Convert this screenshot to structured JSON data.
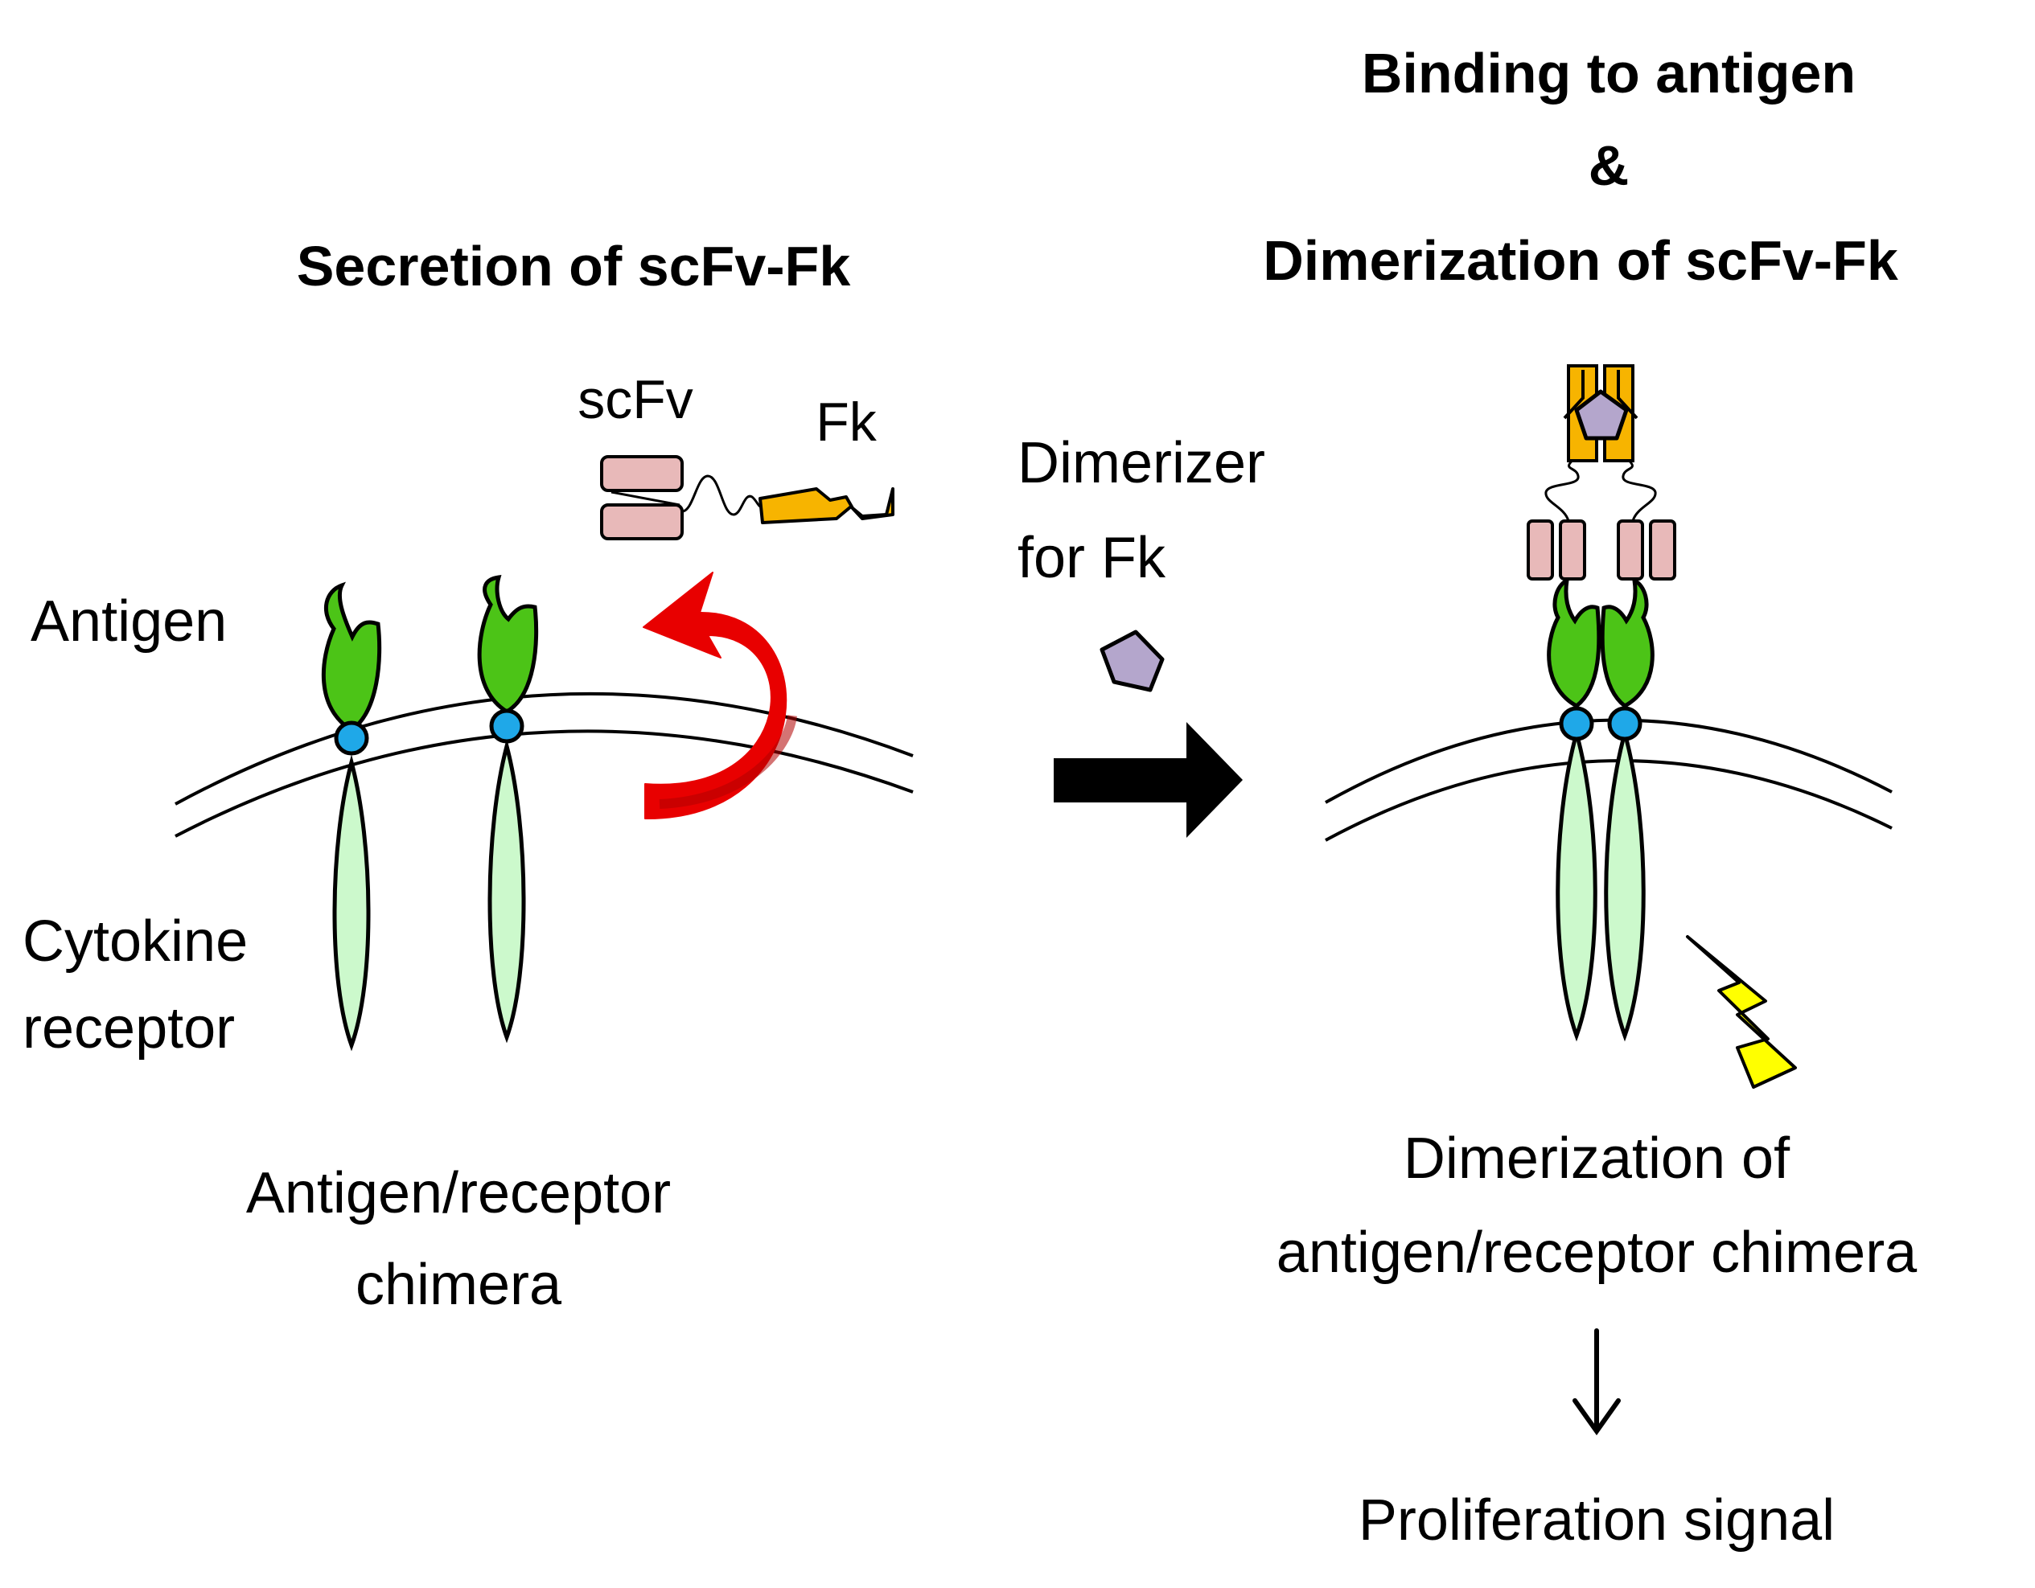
{
  "left_panel": {
    "title": "Secretion of scFv-Fk",
    "label_scfv": "scFv",
    "label_fk": "Fk",
    "label_antigen": "Antigen",
    "label_cytokine_1": "Cytokine",
    "label_cytokine_2": "receptor",
    "caption_1": "Antigen/receptor",
    "caption_2": "chimera"
  },
  "middle": {
    "dimerizer_1": "Dimerizer",
    "dimerizer_2": "for Fk"
  },
  "right_panel": {
    "title_1": "Binding to antigen",
    "title_2": "&",
    "title_3": "Dimerization of scFv-Fk",
    "result_1": "Dimerization of",
    "result_2": "antigen/receptor chimera",
    "outcome": "Proliferation signal"
  },
  "colors": {
    "antigen": "#4cc417",
    "receptor": "#ccf9cc",
    "junction": "#1fa8e8",
    "scfv": "#e8b9b9",
    "fk": "#f7b400",
    "dimerizer": "#b4a6cc",
    "secretion_arrow": "#e80000",
    "lightning": "#ffff00"
  }
}
